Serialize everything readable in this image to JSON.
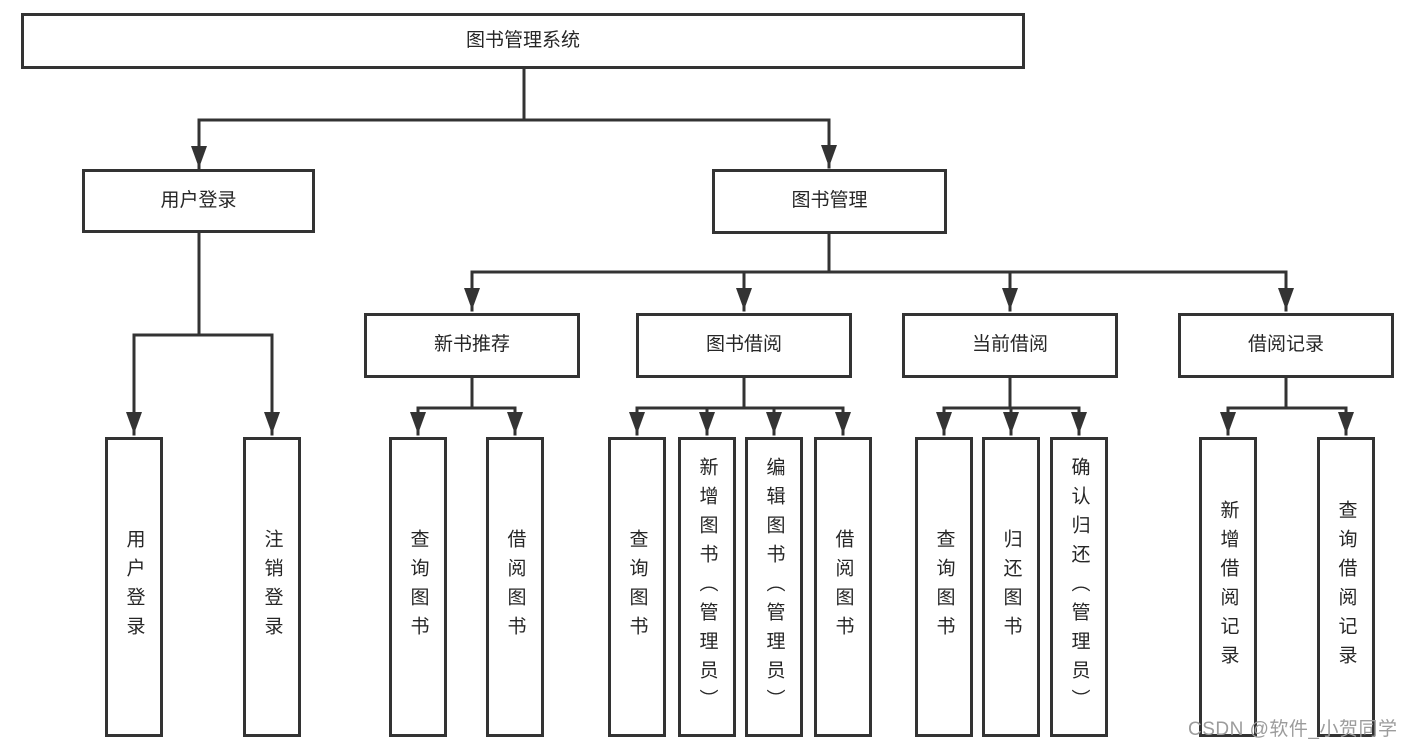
{
  "nodes": {
    "root": {
      "label": "图书管理系统"
    },
    "user_login_branch": {
      "label": "用户登录"
    },
    "book_management_branch": {
      "label": "图书管理"
    },
    "new_book_recommend": {
      "label": "新书推荐"
    },
    "book_borrow": {
      "label": "图书借阅"
    },
    "current_borrow": {
      "label": "当前借阅"
    },
    "borrow_records": {
      "label": "借阅记录"
    },
    "leaf_user_login": {
      "label": "用户登录"
    },
    "leaf_logout": {
      "label": "注销登录"
    },
    "leaf_rec_query_books": {
      "label": "查询图书"
    },
    "leaf_rec_borrow_books": {
      "label": "借阅图书"
    },
    "leaf_bor_query_books": {
      "label": "查询图书"
    },
    "leaf_bor_add_books_admin": {
      "label": "新增图书（管理员）"
    },
    "leaf_bor_edit_books_admin": {
      "label": "编辑图书（管理员）"
    },
    "leaf_bor_borrow_books": {
      "label": "借阅图书"
    },
    "leaf_cur_query_books": {
      "label": "查询图书"
    },
    "leaf_cur_return_books": {
      "label": "归还图书"
    },
    "leaf_cur_confirm_return_admin": {
      "label": "确认归还（管理员）"
    },
    "leaf_rcd_add_record": {
      "label": "新增借阅记录"
    },
    "leaf_rcd_query_record": {
      "label": "查询借阅记录"
    }
  },
  "watermark": "CSDN @软件_小贺同学",
  "colors": {
    "line": "#333333",
    "box_border": "#333333",
    "text": "#262626",
    "watermark": "#9c9c9c",
    "background": "#ffffff"
  }
}
